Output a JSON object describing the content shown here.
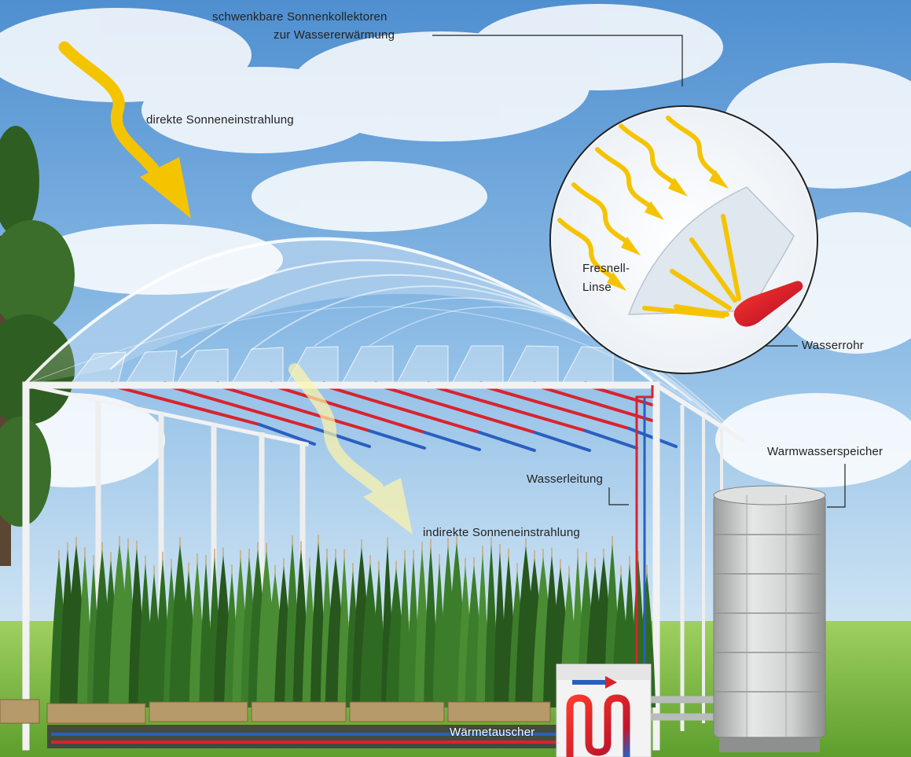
{
  "labels": {
    "collectors_line1": "schwenkbare Sonnenkollektoren",
    "collectors_line2": "zur Wassererwärmung",
    "direct_sun": "direkte Sonneneinstrahlung",
    "fresnel_line1": "Fresnell-",
    "fresnel_line2": "Linse",
    "water_pipe": "Wasserrohr",
    "hot_water_tank": "Warmwasserspeicher",
    "water_line": "Wasserleitung",
    "indirect_sun": "indirekte Sonneneinstrahlung",
    "heat_exchanger": "Wärmetauscher"
  },
  "colors": {
    "sky_top": "#4f8fd0",
    "sky_bottom": "#bcd9f0",
    "grass": "#6fb43a",
    "sun_arrow": "#f5c400",
    "hot_pipe": "#d9232e",
    "cold_pipe": "#2a5fc0",
    "frame": "#f2f2f2",
    "tank": "#c9cbcb",
    "plant": "#2f6a22"
  }
}
